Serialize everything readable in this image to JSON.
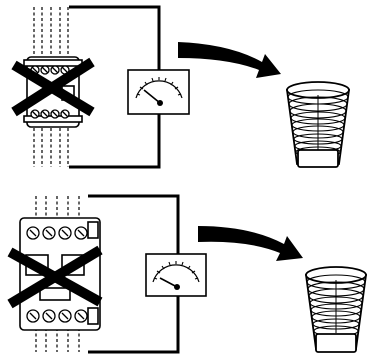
{
  "colors": {
    "ink": "#000000",
    "paper": "#ffffff"
  },
  "panels": [
    {
      "breaker": "compact-module-crossed",
      "meter": "analog-gauge",
      "arrow": "curved-arrow-right",
      "result": "waste-bin"
    },
    {
      "breaker": "circuit-breaker-with-dials-crossed",
      "meter": "analog-gauge",
      "arrow": "curved-arrow-right",
      "result": "waste-bin"
    }
  ]
}
